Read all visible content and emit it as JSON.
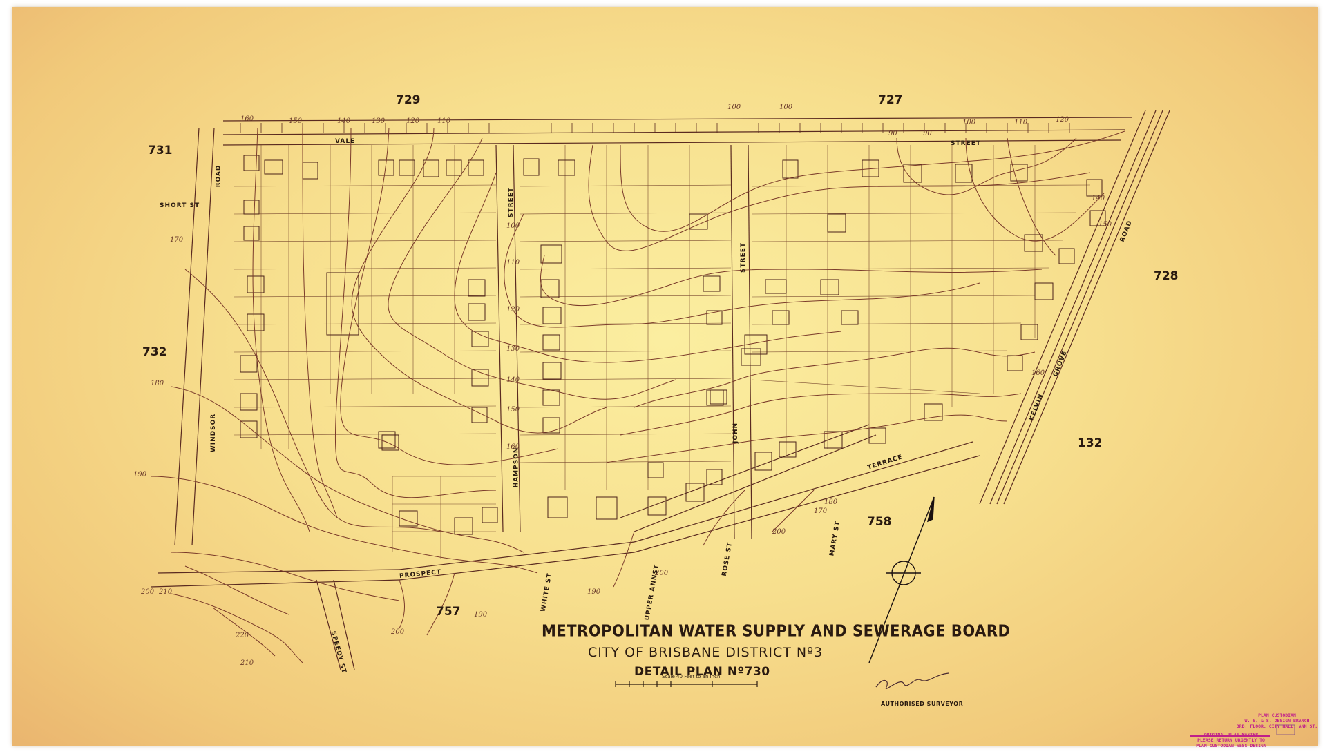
{
  "sheet_numbers": {
    "n729": "729",
    "n727": "727",
    "n731": "731",
    "n732": "732",
    "n728": "728",
    "n132": "132",
    "n758": "758",
    "n757": "757"
  },
  "streets": {
    "vale": "VALE",
    "street_top": "STREET",
    "road_left": "ROAD",
    "short_st": "SHORT ST",
    "windsor": "WINDSOR",
    "hampson_street": "STREET",
    "hampson": "HAMPSON",
    "john_street": "STREET",
    "john": "JOHN",
    "road_right": "ROAD",
    "grove": "GROVE",
    "kelvin": "KELVIN",
    "terrace": "TERRACE",
    "prospect": "PROSPECT",
    "white_st": "WHITE ST",
    "upper_annst": "UPPER ANNST",
    "rose_st": "ROSE ST",
    "mary_st": "MARY ST",
    "speedy_st": "SPEEDY ST"
  },
  "contour_labels": [
    "160",
    "150",
    "140",
    "130",
    "120",
    "110",
    "100",
    "100",
    "90",
    "90",
    "100",
    "110",
    "120",
    "100",
    "110",
    "120",
    "130",
    "140",
    "150",
    "160",
    "170",
    "180",
    "190",
    "200",
    "210",
    "220",
    "210",
    "200",
    "190",
    "190",
    "200",
    "200",
    "140",
    "150",
    "160",
    "170",
    "180"
  ],
  "title": {
    "line1": "METROPOLITAN WATER SUPPLY AND SEWERAGE BOARD",
    "line2": "CITY OF BRISBANE  DISTRICT Nº3",
    "line3": "DETAIL PLAN Nº730",
    "scale": "Scale 40 Feet to an Inch"
  },
  "surveyor": {
    "caption": "AUTHORISED SURVEYOR"
  },
  "stamps": {
    "custodian": [
      "PLAN CUSTODIAN",
      "W. S. & S. DESIGN BRANCH",
      "3RD. FLOOR, CITY HALL, ANN ST."
    ],
    "original": [
      "ORIGINAL PLAN MASTER",
      "PLEASE RETURN URGENTLY TO",
      "PLAN CUSTODIAN W&SS DESIGN"
    ]
  },
  "colors": {
    "ink": "#5a2a20",
    "contour": "#7a3a2a",
    "paper": "#f7df8e",
    "stamp": "#c0208a"
  }
}
